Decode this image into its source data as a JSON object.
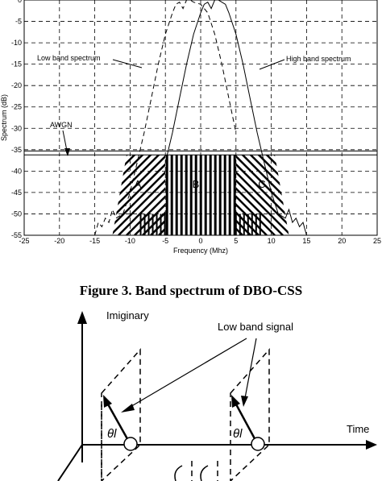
{
  "chart_data": {
    "type": "line",
    "xlabel": "Frequency (Mhz)",
    "ylabel": "Spectrum (dB)",
    "xlim": [
      -25,
      25
    ],
    "ylim": [
      -55,
      0
    ],
    "xticks": [
      "-25",
      "-20",
      "-15",
      "-10",
      "-5",
      "0",
      "5",
      "10",
      "15",
      "20",
      "25"
    ],
    "yticks": [
      "0",
      "-5",
      "-10",
      "-15",
      "-20",
      "-25",
      "-30",
      "-35",
      "-40",
      "-45",
      "-50",
      "-55"
    ],
    "grid": true,
    "series": [
      {
        "name": "High band spectrum",
        "style": "solid",
        "x": [
          -5,
          -4,
          -3,
          -2,
          -1,
          0,
          0.5,
          1,
          1.5,
          2,
          2.5,
          3,
          3.5,
          4,
          5,
          6,
          7,
          8,
          9,
          10,
          11,
          12,
          12.5,
          13,
          13.5,
          14,
          14.5,
          15
        ],
        "y": [
          -38,
          -31,
          -23,
          -15,
          -8,
          -3,
          -1,
          -0.5,
          -2,
          0,
          0,
          -0.5,
          -1,
          -3,
          -8,
          -15,
          -23,
          -31,
          -38,
          -45,
          -50,
          -51,
          -49,
          -52,
          -51,
          -53,
          -52,
          -55
        ]
      },
      {
        "name": "Low band spectrum",
        "style": "dashed",
        "x": [
          -15,
          -14.5,
          -14,
          -13.5,
          -13,
          -12.5,
          -12,
          -11,
          -10,
          -9,
          -8,
          -7,
          -6,
          -5,
          -4,
          -3.5,
          -3,
          -2.5,
          -2,
          -1.5,
          -1,
          0,
          1,
          2,
          3,
          4,
          5
        ],
        "y": [
          -55,
          -52,
          -53,
          -51,
          -52,
          -49,
          -51,
          -50,
          -45,
          -38,
          -31,
          -23,
          -15,
          -8,
          -3,
          -1,
          -0.5,
          -2,
          0,
          0,
          -0.5,
          -1,
          -3,
          -8,
          -15,
          -23,
          -31
        ]
      }
    ],
    "hlines": [
      -35.3,
      -36.2
    ],
    "region_labels": [
      "A",
      "B",
      "C"
    ],
    "annotations": [
      "Low band spectrum",
      "High band spectrum",
      "AWGN"
    ]
  },
  "figure_caption": "Figure 3. Band spectrum of DBO-CSS",
  "diagram": {
    "y_axis_label": "Imiginary",
    "x_axis_label": "Time",
    "signal_label": "Low band signal",
    "angle_label_1": "θl",
    "angle_label_2": "θl"
  }
}
